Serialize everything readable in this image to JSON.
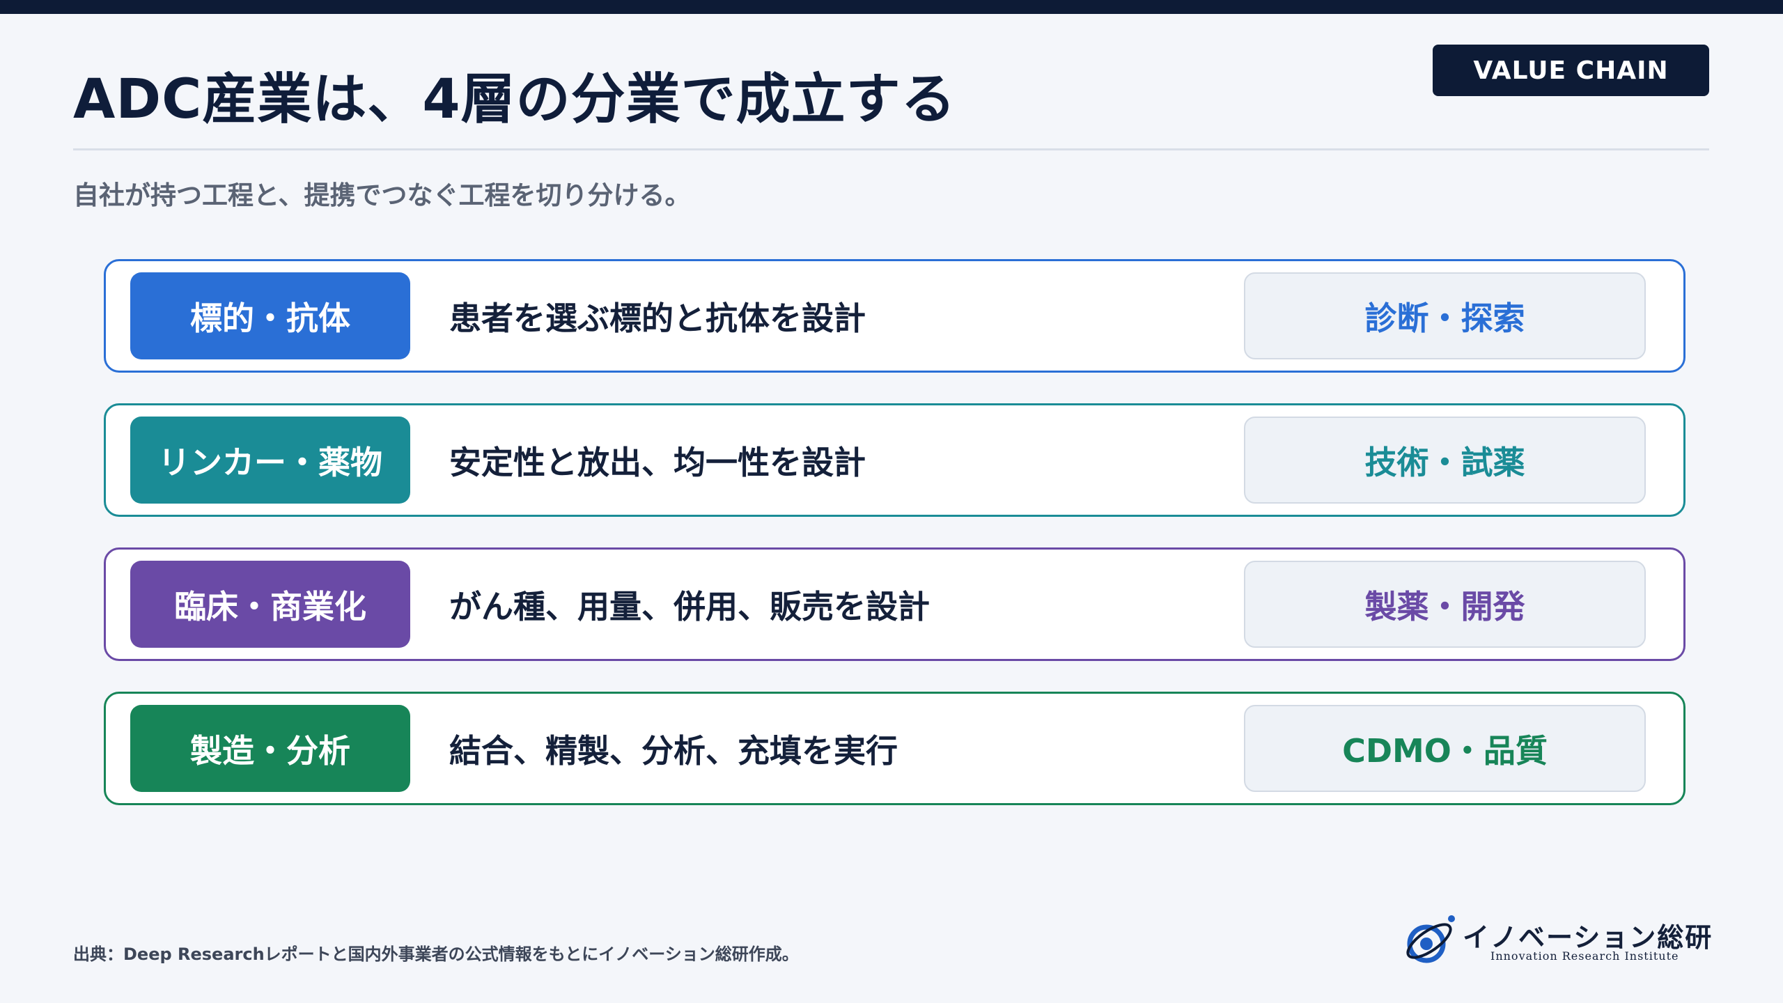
{
  "header": {
    "title": "ADC産業は、4層の分業で成立する",
    "badge": "VALUE CHAIN",
    "subtitle": "自社が持つ工程と、提携でつなぐ工程を切り分ける。"
  },
  "colors": {
    "navy": "#0d1b36",
    "blue": "#2a6fd6",
    "teal": "#1a8c96",
    "purple": "#6a4aa6",
    "green": "#178558"
  },
  "layers": [
    {
      "label": "標的・抗体",
      "description": "患者を選ぶ標的と抗体を設計",
      "partner": "診断・探索",
      "color": "#2a6fd6"
    },
    {
      "label": "リンカー・薬物",
      "description": "安定性と放出、均一性を設計",
      "partner": "技術・試薬",
      "color": "#1a8c96"
    },
    {
      "label": "臨床・商業化",
      "description": "がん種、用量、併用、販売を設計",
      "partner": "製薬・開発",
      "color": "#6a4aa6"
    },
    {
      "label": "製造・分析",
      "description": "結合、精製、分析、充填を実行",
      "partner": "CDMO・品質",
      "color": "#178558"
    }
  ],
  "footer": {
    "source": "出典：Deep Researchレポートと国内外事業者の公式情報をもとにイノベーション総研作成。",
    "logo_name": "イノベーション総研",
    "logo_sub": "Innovation Research Institute",
    "logo_icon": "orbit-logo-icon"
  }
}
